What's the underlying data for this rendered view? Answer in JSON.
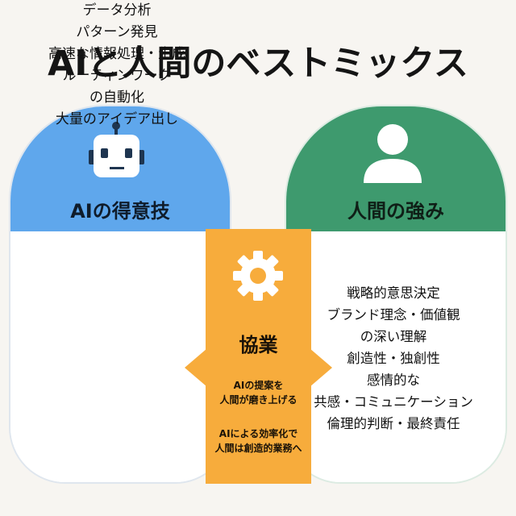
{
  "title": "AIと人間のベストミックス",
  "ai": {
    "label": "AIの得意技",
    "icon": "robot-icon",
    "color": "#5fa7ec",
    "items": [
      "データ分析",
      "パターン発見",
      "高速な情報処理・生成",
      "ルーティンワーク",
      "の自動化",
      "大量のアイデア出し"
    ]
  },
  "human": {
    "label": "人間の強み",
    "icon": "person-icon",
    "color": "#3e9a6e",
    "items": [
      "戦略的意思決定",
      "ブランド理念・価値観",
      "の深い理解",
      "創造性・独創性",
      "感情的な",
      "共感・コミュニケーション",
      "倫理的判断・最終責任"
    ]
  },
  "collab": {
    "label": "協業",
    "icon": "gear-icon",
    "color": "#f7ac3c",
    "text1": [
      "AIの提案を",
      "人間が磨き上げる"
    ],
    "text2": [
      "AIによる効率化で",
      "人間は創造的業務へ"
    ]
  }
}
